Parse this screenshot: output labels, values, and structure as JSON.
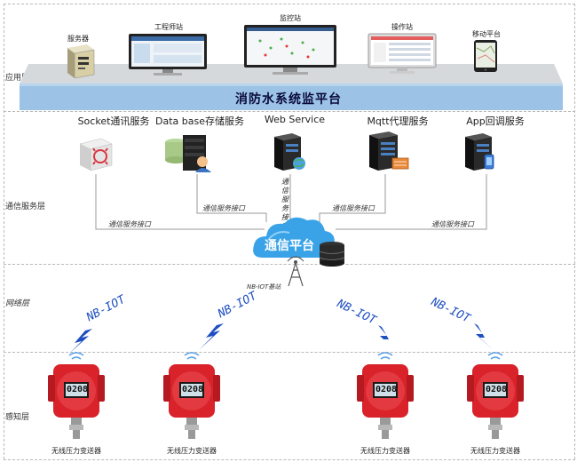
{
  "layers": {
    "application": "应用层",
    "communication": "通信服务层",
    "network": "网络层",
    "perception": "感知层"
  },
  "app_devices": {
    "server": "服务器",
    "engineer": "工程师站",
    "monitor": "监控站",
    "operator": "操作站",
    "mobile": "移动平台"
  },
  "platform_title": "消防水系统监平台",
  "services": {
    "socket": "Socket通讯服务",
    "database": "Data base存储服务",
    "web": "Web Service",
    "mqtt": "Mqtt代理服务",
    "app": "App回调服务"
  },
  "interface_label": "通信服务接口",
  "cloud_label": "通信平台",
  "nb_station": "NB-IOT基站",
  "signals": {
    "left1": "NB-IOT",
    "left2": "NB-IOT",
    "right1": "NB-IOT",
    "right2": "NB-IOT"
  },
  "sensor_label": "无线压力变送器",
  "sensor_display": "0208",
  "colors": {
    "platform_blue": "#9cc3e6",
    "cloud_blue": "#3aa3e8",
    "sensor_red": "#d9222a",
    "signal_blue": "#1e4fc2"
  }
}
